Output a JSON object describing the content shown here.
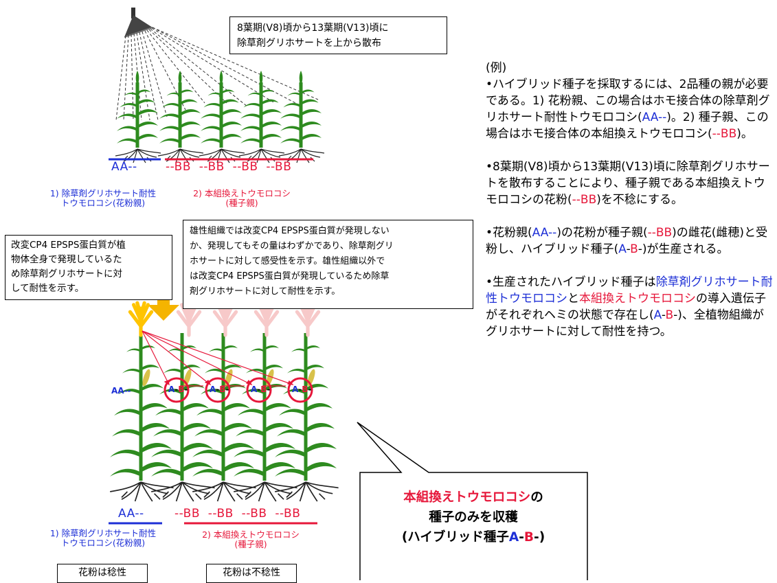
{
  "spray_note": [
    "8葉期(V8)頃から13葉期(V13)頃に",
    "除草剤グリホサートを上から散布"
  ],
  "top_genotypes": {
    "pollen": "AA--",
    "seed": "--BB  --BB  --BB  --BB"
  },
  "top_labels": {
    "pollen": [
      "1) 除草剤グリホサート耐性",
      "トウモロコシ(花粉親)"
    ],
    "seed": [
      "2) 本組換えトウモロコシ",
      "(種子親)"
    ]
  },
  "box_left": [
    "改変CP4 EPSPS蛋白質が植",
    "物体全身で発現しているた",
    "め除草剤グリホサートに対",
    "して耐性を示す。"
  ],
  "box_mid": [
    "雄性組織では改変CP4 EPSPS蛋白質が発現しない",
    "か、発現してもその量はわずかであり、除草剤グリ",
    "ホサートに対して感受性を示す。雄性組織以外で",
    "は改変CP4 EPSPS蛋白質が発現しているため除草",
    "剤グリホサートに対して耐性を示す。"
  ],
  "bottom_plant_labels": {
    "aa": "AA--",
    "a": "A",
    "b": "B",
    "dash": "-"
  },
  "bottom_genotypes": {
    "pollen": "AA--",
    "seed": "--BB  --BB  --BB  --BB"
  },
  "bottom_labels": {
    "pollen": [
      "1) 除草剤グリホサート耐性",
      "トウモロコシ(花粉親)"
    ],
    "seed": [
      "2) 本組換えトウモロコシ",
      "(種子親)"
    ]
  },
  "bottom_boxes": {
    "fertile": "花粉は稔性",
    "sterile": "花粉は不稔性"
  },
  "callout": {
    "line1_red": "本組換えトウモロコシ",
    "line1_black": "の",
    "line2": "種子のみを収穫",
    "line3_pre": "(ハイブリッド種子",
    "a": "A",
    "dash": "-",
    "b": "B",
    "line3_post": "-)"
  },
  "right_text": {
    "example": "(例)",
    "p1": "•ハイブリッド種子を採取するには、2品種の親が必要である。1) 花粉親、この場合はホモ接合体の除草剤グリホサート耐性トウモロコシ(",
    "p1_aa": "AA--",
    "p1_mid": ")。2) 種子親、この場合はホモ接合体の本組換えトウモロコシ(",
    "p1_bb": "--BB",
    "p1_end": ")。",
    "p2": "•8葉期(V8)頃から13葉期(V13)頃に除草剤グリホサートを散布することにより、種子親である本組換えトウモロコシの花粉(",
    "p2_bb": "--BB",
    "p2_end": ")を不稔にする。",
    "p3a": "•花粉親(",
    "p3_aa": "AA--",
    "p3b": ")の花粉が種子親(",
    "p3_bb": "--BB",
    "p3c": ")の雌花(雌穂)と受粉し、ハイブリッド種子(",
    "p3_a": "A",
    "p3_dash": "-",
    "p3_b": "B",
    "p3d": "-)が生産される。",
    "p4a": "•生産されたハイブリッド種子は",
    "p4_blue": "除草剤グリホサート耐性トウモロコシ",
    "p4b": "と",
    "p4_red": "本組換えトウモロコシ",
    "p4c": "の導入遺伝子がそれぞれヘミの状態で存在し(",
    "p4_a": "A",
    "p4_dash": "-",
    "p4_b": "B",
    "p4d": "-)、全植物組織がグリホサートに対して耐性を持つ。"
  },
  "colors": {
    "blue": "#1d2fd6",
    "red": "#e6173a",
    "green": "#2e8b1f",
    "tassel": "#ffc400",
    "arrow": "#f5b400"
  }
}
